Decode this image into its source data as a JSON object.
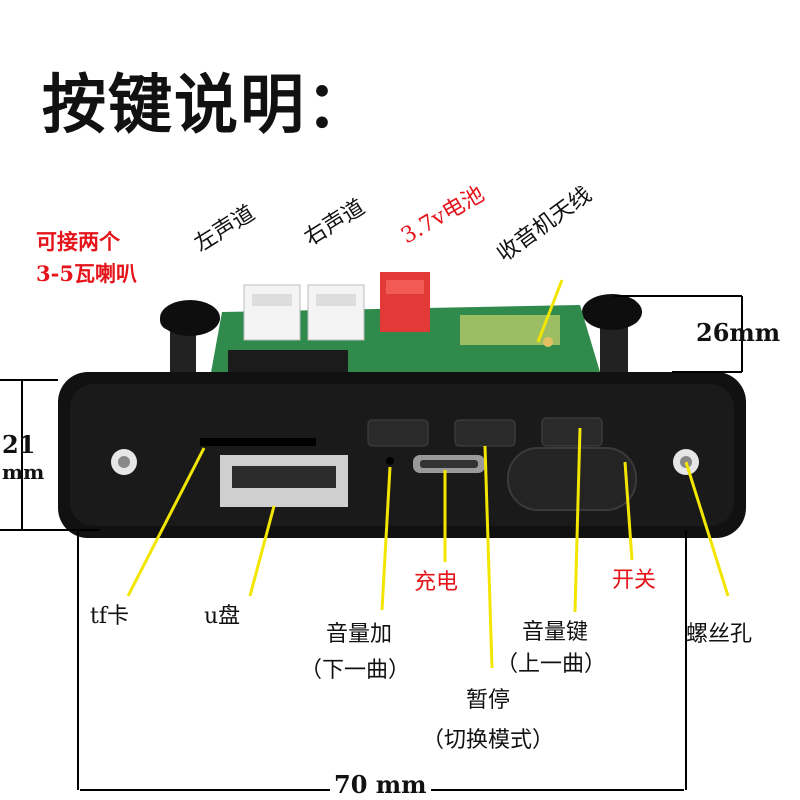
{
  "title": "按键说明：",
  "labels": {
    "two_speakers_line1": "可接两个",
    "two_speakers_line2": "3-5瓦喇叭",
    "left_channel": "左声道",
    "right_channel": "右声道",
    "battery": "3.7v电池",
    "radio_antenna": "收音机天线",
    "tf_card": "tf卡",
    "u_disk": "u盘",
    "vol_up_line1": "音量加",
    "vol_up_line2": "（下一曲）",
    "charge": "充电",
    "pause_line1": "暂停",
    "pause_line2": "（切换模式）",
    "vol_key_line1": "音量键",
    "vol_key_line2": "（上一曲）",
    "power_switch": "开关",
    "screw_hole": "螺丝孔"
  },
  "dimensions": {
    "depth": "26mm",
    "height_value": "21",
    "height_unit": "mm",
    "width": "70 mm"
  },
  "colors": {
    "panel": "#111111",
    "pcb": "#2f8a4c",
    "pointer": "#f2e600",
    "highlight_text": "#e5141a",
    "battery_connector": "#e23a36"
  }
}
